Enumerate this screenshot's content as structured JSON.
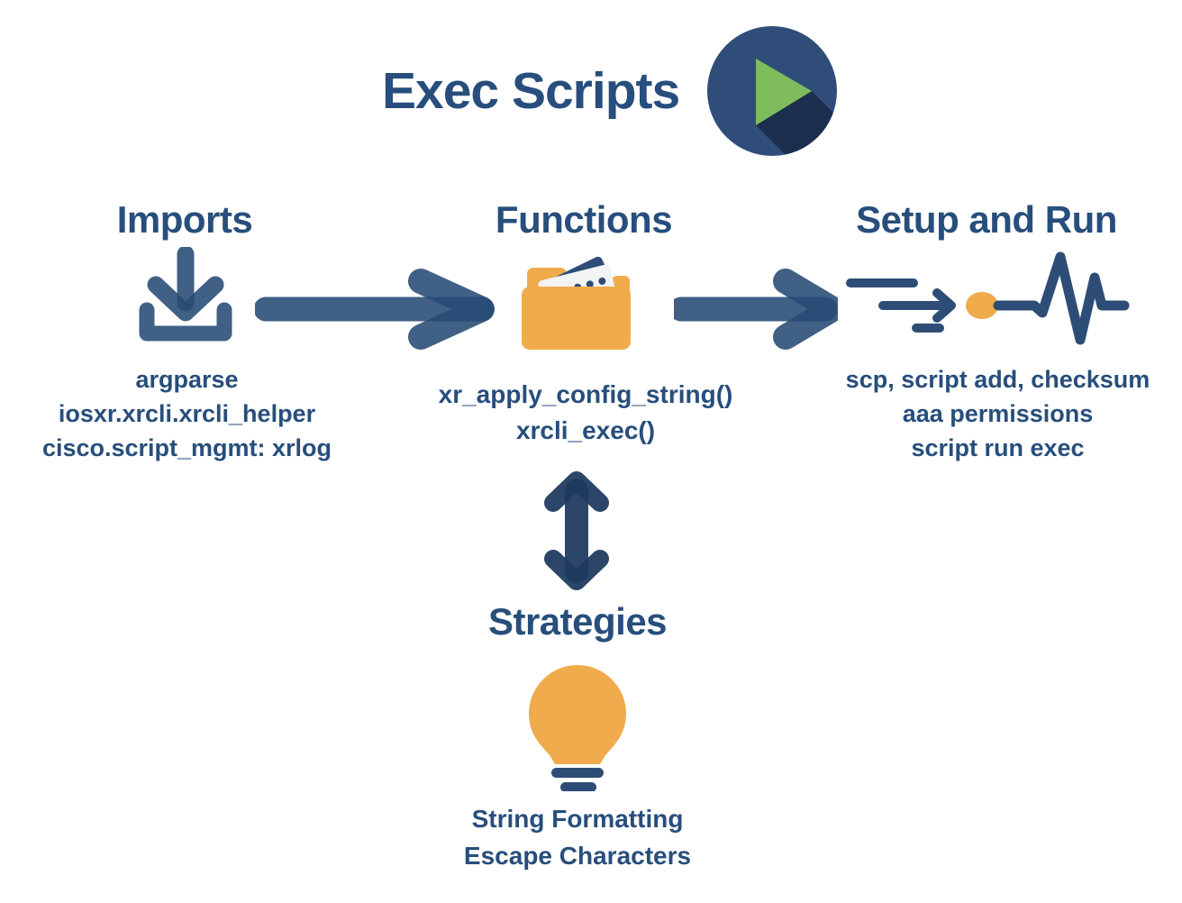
{
  "title": "Exec Scripts",
  "colors": {
    "navy_text": "#274E7C",
    "navy_icon": "#2E4D76",
    "navy_arrow": "#254A74",
    "navy_dark": "#1E3A5F",
    "play_circle": "#2F4D78",
    "play_shadow": "#1B2E4E",
    "play_triangle_green": "#7FBD5C",
    "orange": "#F0AB4C",
    "paper_white": "#F2F3F5"
  },
  "icons": {
    "title": "play-icon",
    "imports": "download-icon",
    "functions": "folder-documents-icon",
    "setup_speed": "speed-arrow-icon",
    "setup_pulse": "pulse-activity-icon",
    "strategies": "lightbulb-icon",
    "flow_right": "right-arrow-icon",
    "flow_vertical": "double-headed-vertical-arrow-icon"
  },
  "sections": {
    "imports": {
      "heading": "Imports",
      "lines": [
        "argparse",
        "iosxr.xrcli.xrcli_helper",
        "cisco.script_mgmt: xrlog"
      ]
    },
    "functions": {
      "heading": "Functions",
      "lines": [
        "xr_apply_config_string()",
        "xrcli_exec()"
      ]
    },
    "setup_and_run": {
      "heading": "Setup and Run",
      "lines": [
        "scp, script add, checksum",
        "aaa permissions",
        "script run exec"
      ]
    },
    "strategies": {
      "heading": "Strategies",
      "lines": [
        "String Formatting",
        "Escape Characters"
      ]
    }
  }
}
